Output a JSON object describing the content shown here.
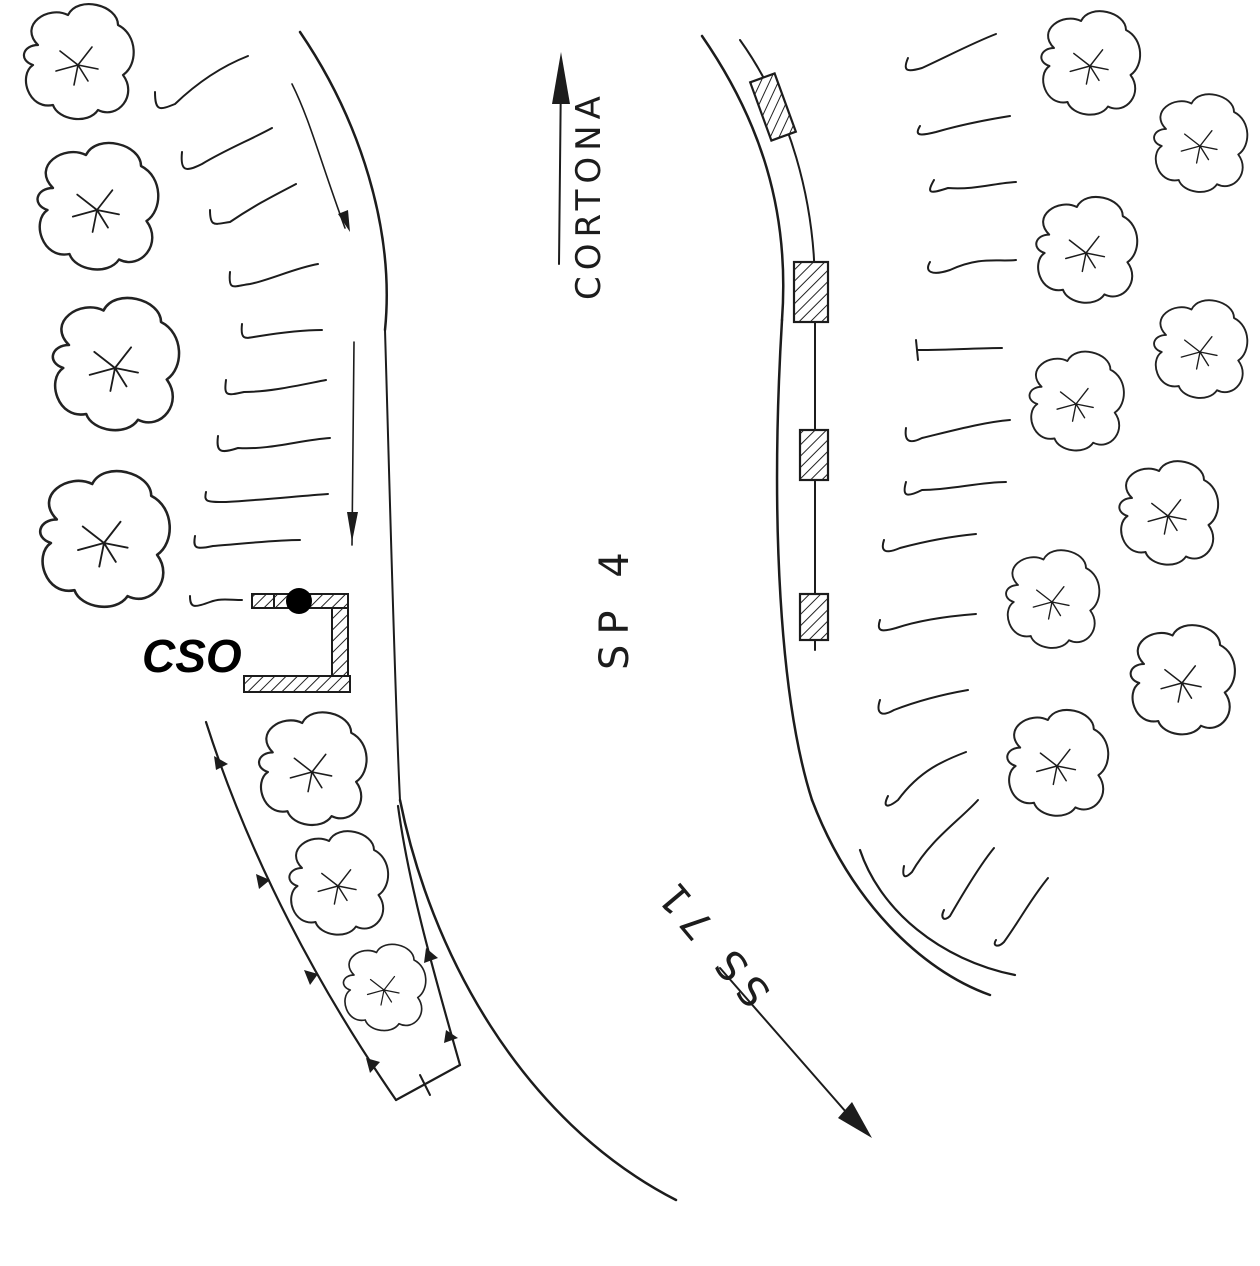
{
  "labels": {
    "direction_north": "CORTONA",
    "main_road": "SP 4",
    "direction_south": "SS 71",
    "site_marker": "CSO"
  },
  "colors": {
    "ink": "#1c1c1c",
    "marker": "#000000",
    "paper": "#ffffff"
  },
  "icons": {
    "tree": "tree-icon",
    "parking_stall": "parking-stall-line",
    "direction_arrow": "arrow-icon",
    "hatched_block": "hatched-barrier",
    "marker_dot": "location-dot-icon"
  }
}
